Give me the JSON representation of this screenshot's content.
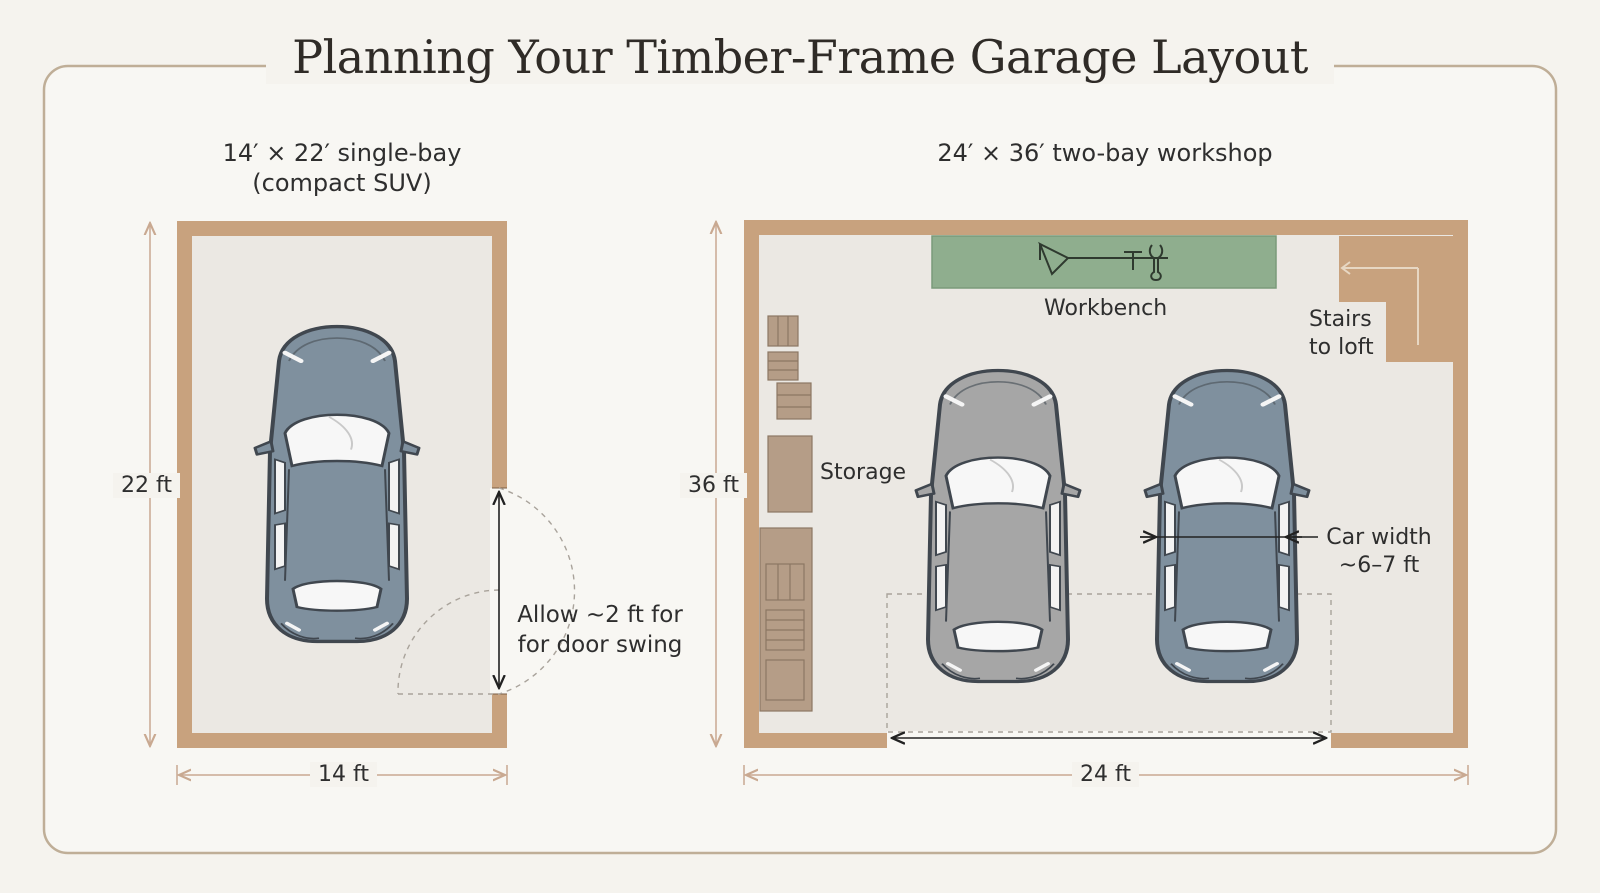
{
  "title": "Planning Your Timber-Frame Garage Layout",
  "colors": {
    "background": "#f5f3ee",
    "frame_border": "#bfae97",
    "timber_wall": "#c8a27e",
    "floor": "#ebe8e3",
    "workbench": "#8fae8e",
    "storage": "#b59d87",
    "car_blue_gray": "#7f909e",
    "car_gray": "#a6a6a6",
    "dimension_line": "#c9a991"
  },
  "single_bay": {
    "heading_line1": "14′ × 22′ single-bay",
    "heading_line2": "(compact SUV)",
    "height_label": "22 ft",
    "width_label": "14 ft",
    "door_note_line1": "Allow ~2 ft for",
    "door_note_line2": "for door swing",
    "car_icon": "suv-top-view-icon"
  },
  "two_bay": {
    "heading": "24′ × 36′ two-bay workshop",
    "height_label": "36 ft",
    "width_label": "24 ft",
    "workbench_label": "Workbench",
    "workbench_icons": [
      "saw-icon",
      "hammer-icon",
      "wrench-icon"
    ],
    "stairs_line1": "Stairs",
    "stairs_line2": "to loft",
    "storage_label": "Storage",
    "car_width_line1": "Car width",
    "car_width_line2": "~6–7 ft",
    "car_icons": [
      "sedan-gray-top-view-icon",
      "sedan-blue-top-view-icon"
    ]
  }
}
